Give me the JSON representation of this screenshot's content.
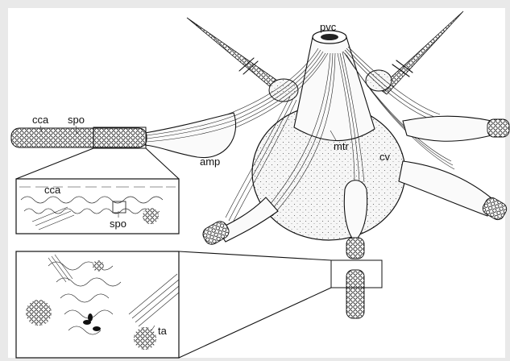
{
  "figure": {
    "labels": {
      "pvc": "pvc",
      "mtr": "mtr",
      "cv": "cv",
      "amp": "amp",
      "cca_top": "cca",
      "spo_top": "spo",
      "cca_inset": "cca",
      "spo_inset": "spo",
      "ta": "ta"
    },
    "colors": {
      "background": "#e9e9e9",
      "panel": "#ffffff",
      "ink": "#111111"
    }
  }
}
